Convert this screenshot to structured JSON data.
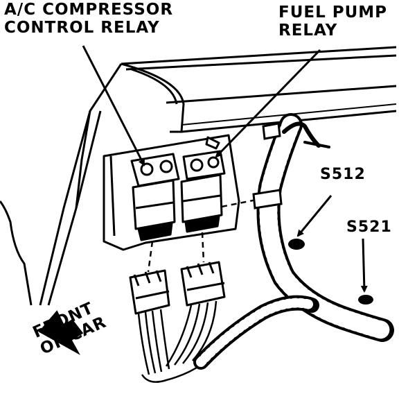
{
  "labels": {
    "ac_relay": [
      "A/C COMPRESSOR",
      "CONTROL RELAY"
    ],
    "fuel_relay": [
      "FUEL PUMP",
      "RELAY"
    ],
    "s512": "S512",
    "s521": "S521",
    "front": [
      "FRONT",
      "OF CAR"
    ]
  },
  "colors": {
    "ink": "#000000",
    "paper": "#ffffff"
  }
}
